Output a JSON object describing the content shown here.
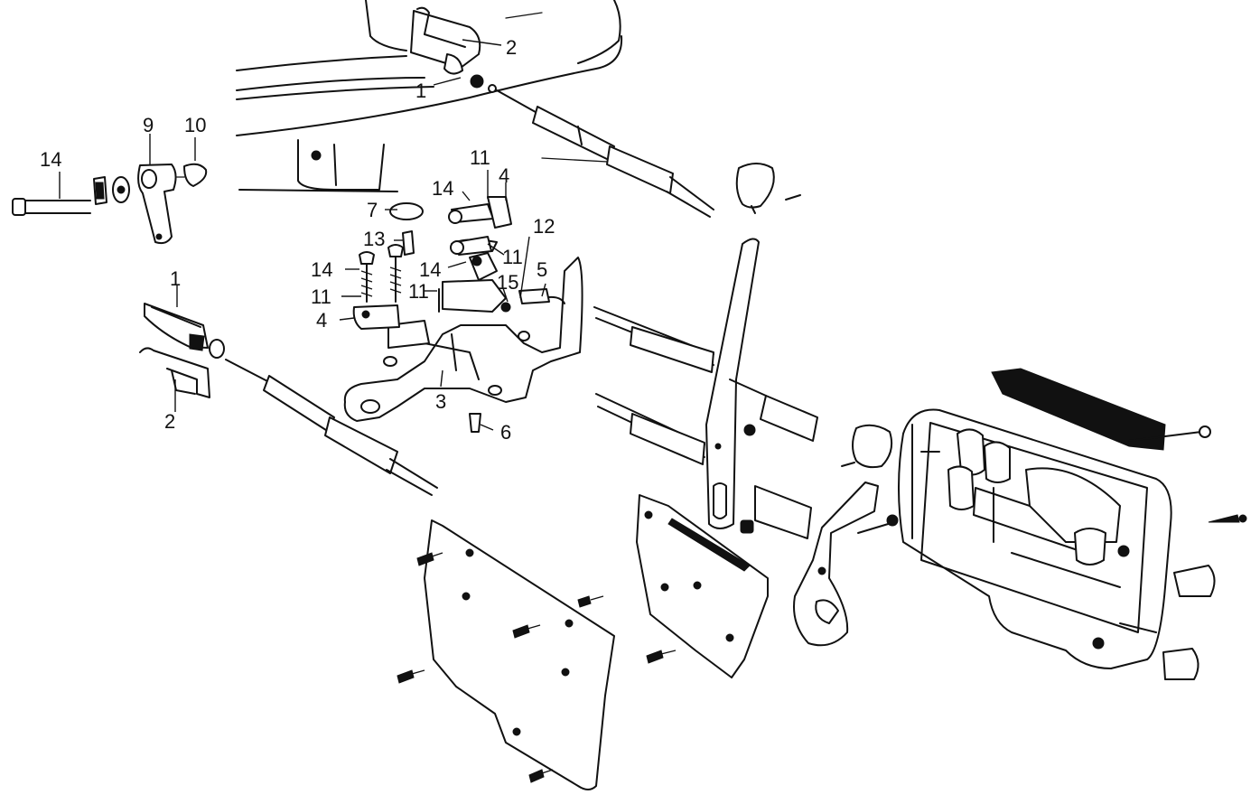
{
  "callouts": {
    "c1a": "2",
    "c1b": "1",
    "c9": "9",
    "c10": "10",
    "c14a": "14",
    "c11a": "11",
    "c4a": "4",
    "c14b": "14",
    "c7": "7",
    "c11b": "11",
    "c12": "12",
    "c13": "13",
    "c14c": "14",
    "c14d": "14",
    "c15": "15",
    "c5": "5",
    "c11c": "11",
    "c11d": "11",
    "c4b": "4",
    "c1c": "1",
    "c3": "3",
    "c2b": "2",
    "c6": "6"
  }
}
